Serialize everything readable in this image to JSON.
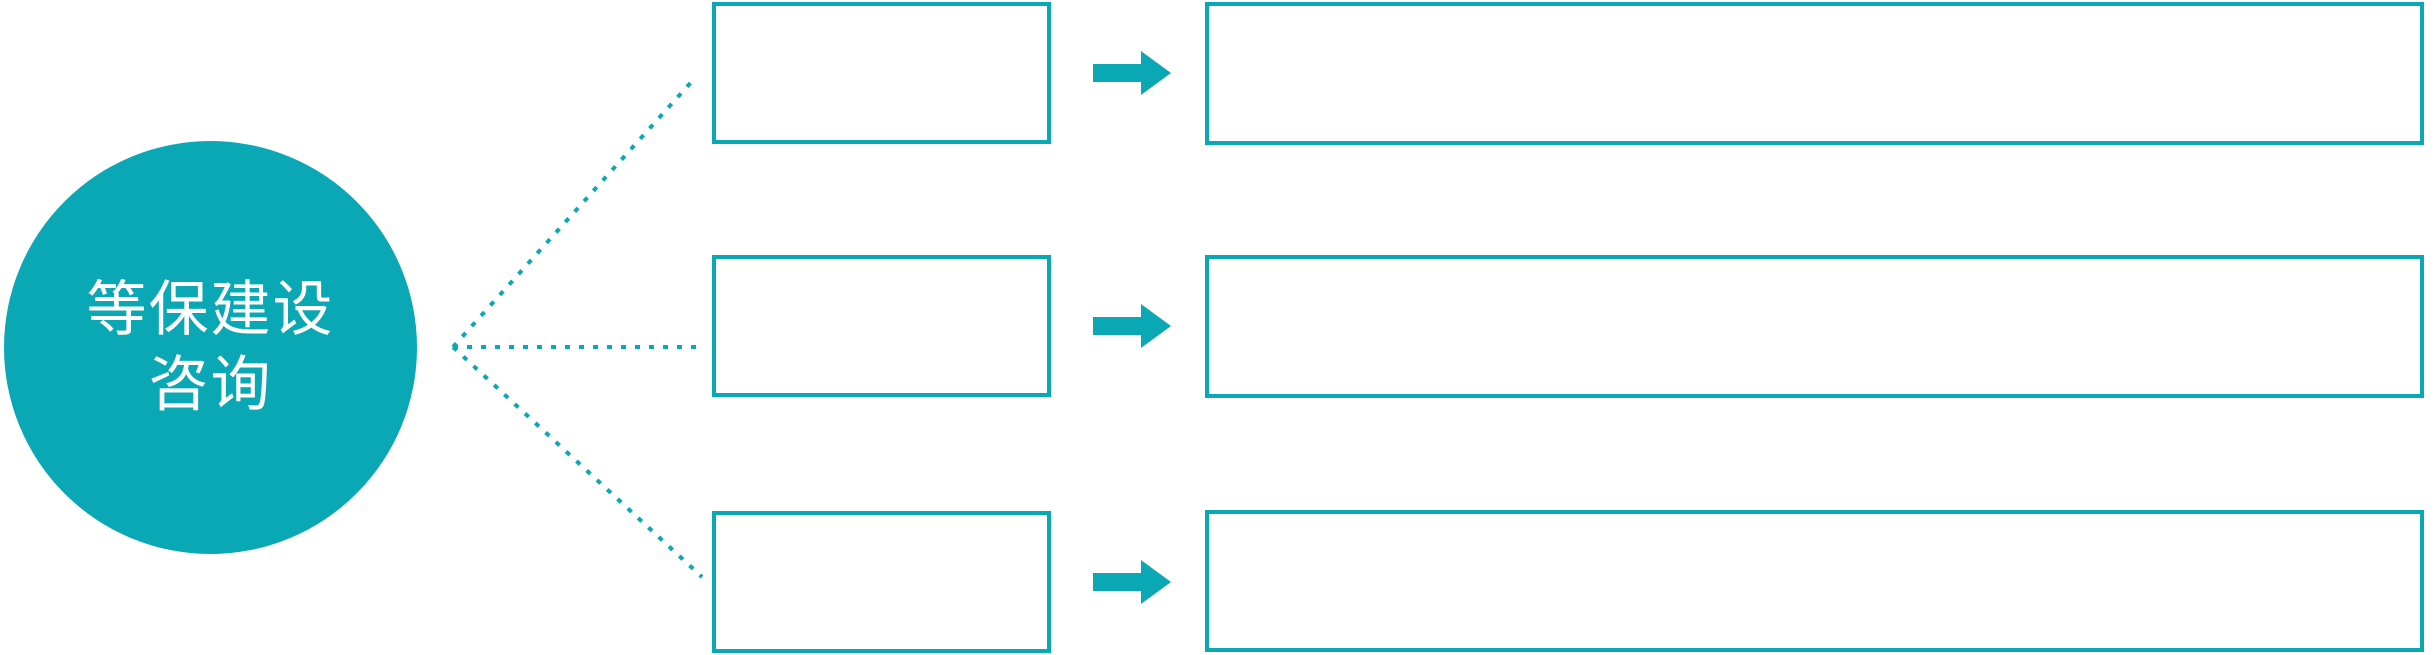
{
  "diagram": {
    "title_circle": {
      "label_line1": "等保建设",
      "label_line2": "咨询"
    },
    "rows": [
      {
        "small_box_text": "",
        "large_box_text": ""
      },
      {
        "small_box_text": "",
        "large_box_text": ""
      },
      {
        "small_box_text": "",
        "large_box_text": ""
      }
    ]
  },
  "icons": {
    "arrow": "right-block-arrow"
  },
  "colors": {
    "teal": "#0aa8b4",
    "box_border": "#0aa8b4",
    "circle_text": "#ffffff",
    "background": "#ffffff"
  }
}
